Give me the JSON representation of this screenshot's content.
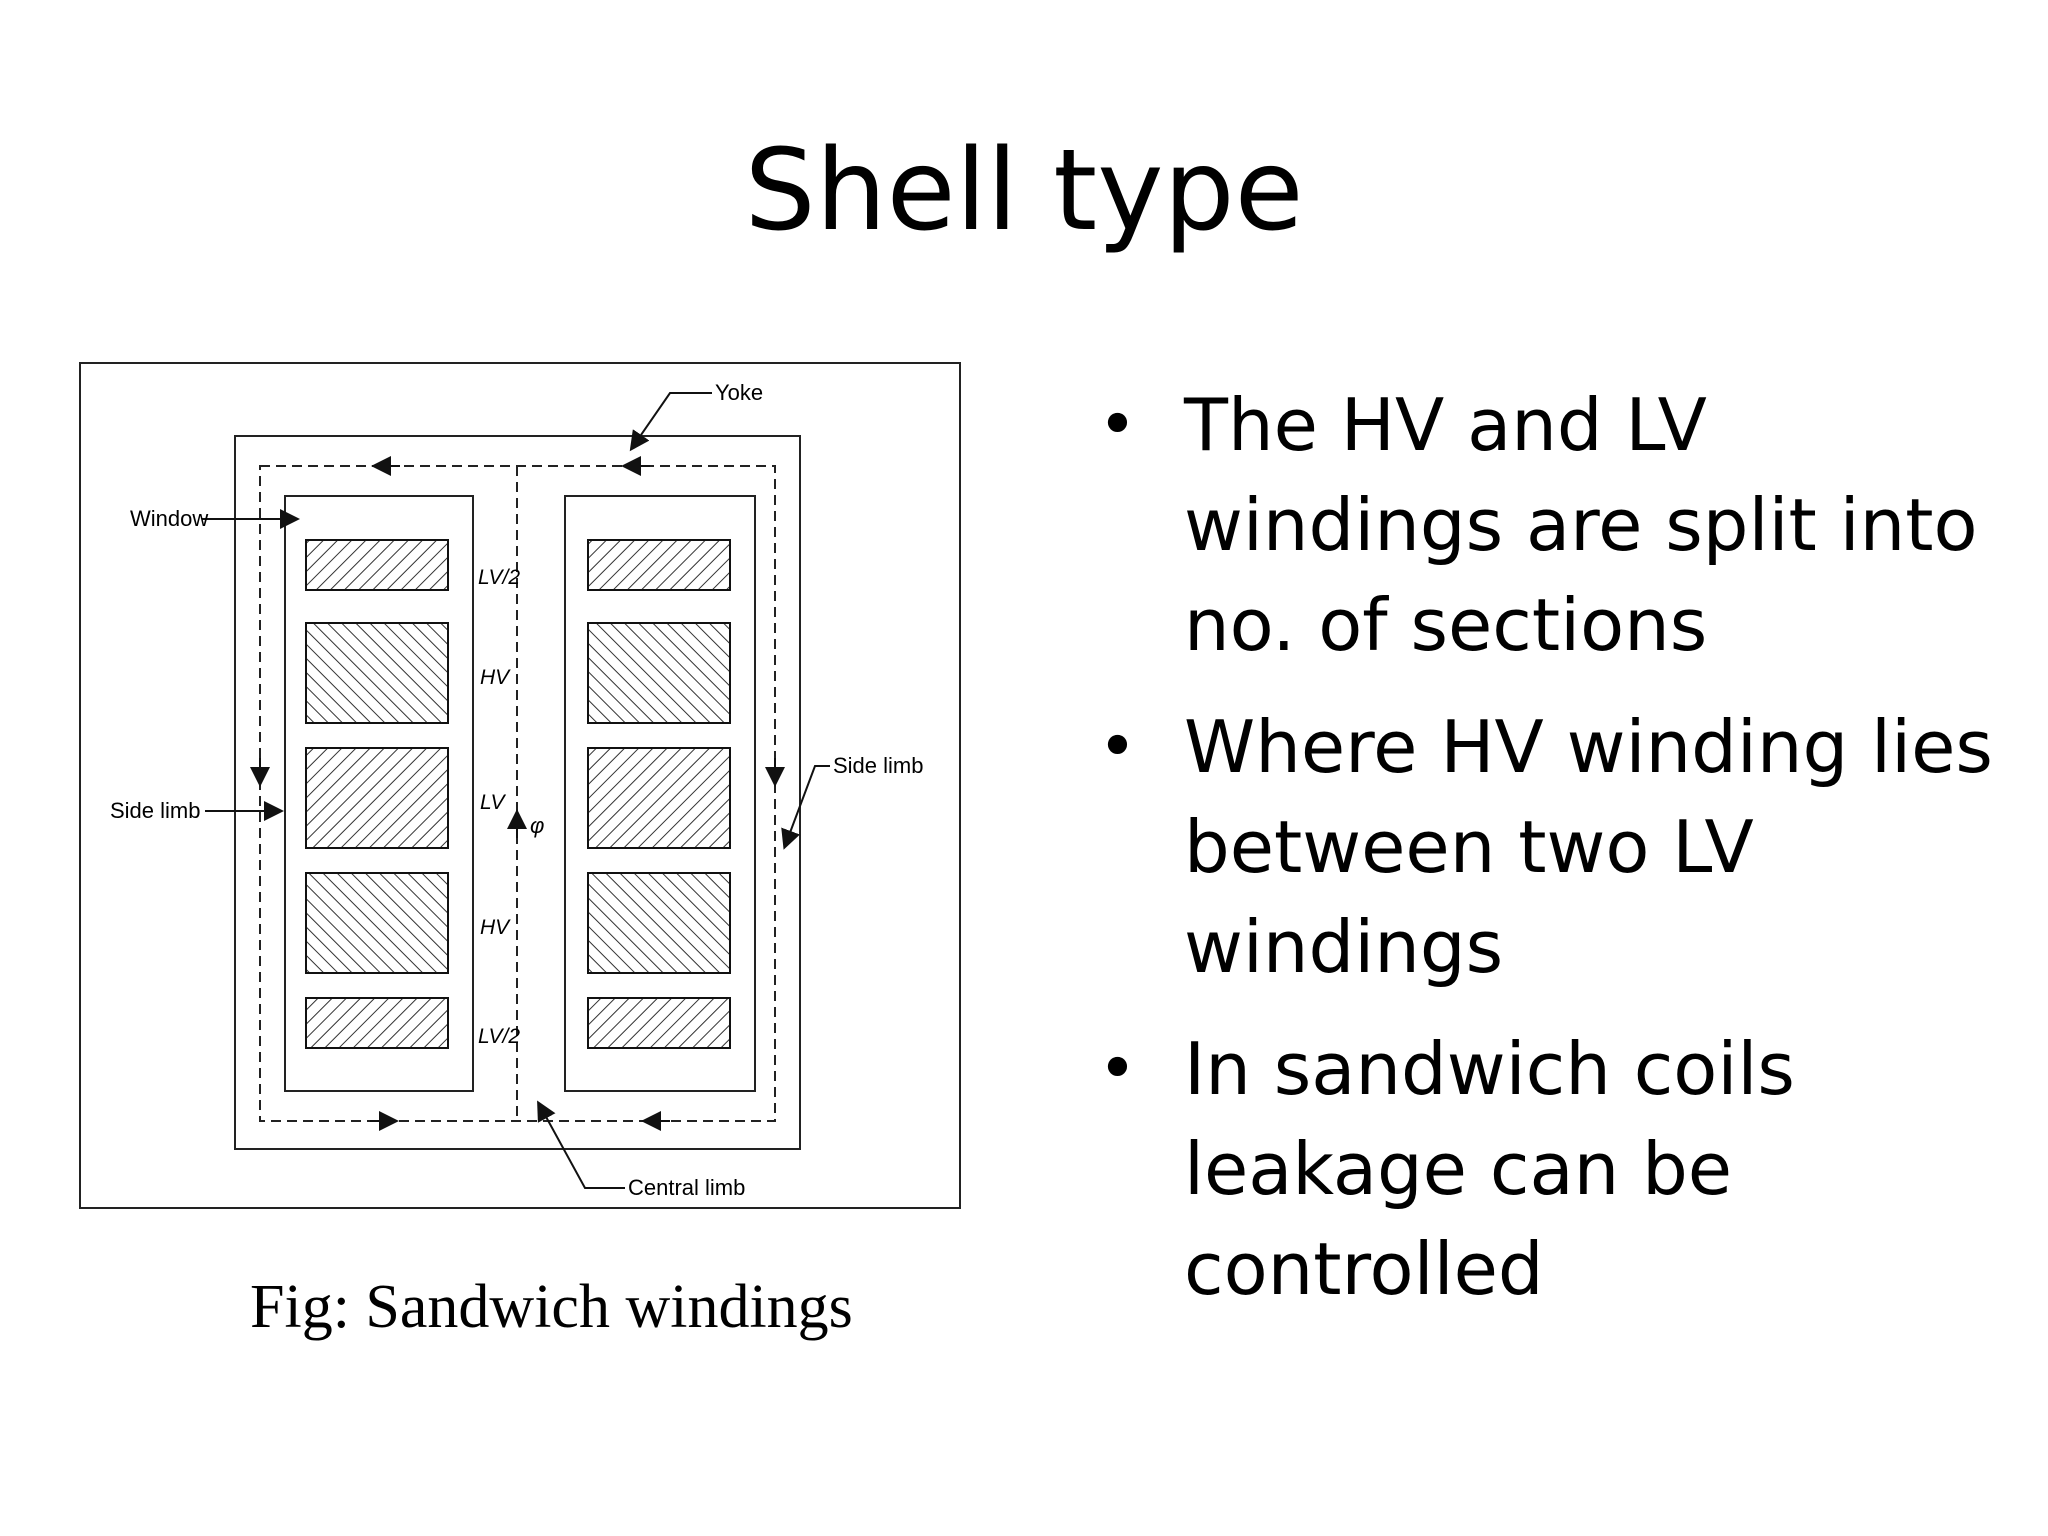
{
  "slide": {
    "title": "Shell type"
  },
  "figure": {
    "caption": "Fig: Sandwich windings",
    "labels": {
      "yoke": "Yoke",
      "window": "Window",
      "side_limb_left": "Side limb",
      "side_limb_right": "Side limb",
      "central_limb": "Central limb",
      "flux": "φ",
      "windings": [
        "LV/2",
        "HV",
        "LV",
        "HV",
        "LV/2"
      ]
    }
  },
  "bullets": [
    {
      "text": "The HV and LV windings are split into no. of sections"
    },
    {
      "text": "Where HV winding lies between two LV windings"
    },
    {
      "text": "In sandwich coils leakage can be controlled"
    }
  ]
}
